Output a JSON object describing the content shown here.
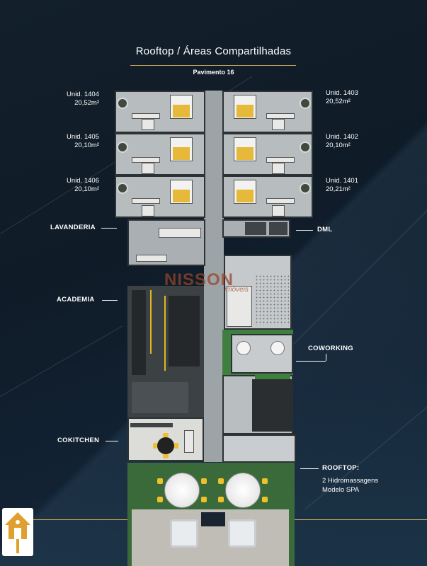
{
  "header": {
    "title": "Rooftop / Áreas Compartilhadas",
    "subtitle": "Pavimento 16"
  },
  "units": [
    {
      "id": "Unid. 1404",
      "area": "20,52m²",
      "side": "left"
    },
    {
      "id": "Unid. 1405",
      "area": "20,10m²",
      "side": "left"
    },
    {
      "id": "Unid. 1406",
      "area": "20,10m²",
      "side": "left"
    },
    {
      "id": "Unid. 1403",
      "area": "20,52m²",
      "side": "right"
    },
    {
      "id": "Unid. 1402",
      "area": "20,10m²",
      "side": "right"
    },
    {
      "id": "Unid. 1401",
      "area": "20,21m²",
      "side": "right"
    }
  ],
  "areas": {
    "lavanderia": "LAVANDERIA",
    "dml": "DML",
    "academia": "ACADEMIA",
    "coworking": "COWORKING",
    "cokitchen": "COKITCHEN",
    "rooftop": "ROOFTOP:",
    "rooftop_line1": "2 Hidromassagens",
    "rooftop_line2": "Modelo SPA"
  },
  "watermark": {
    "brand": "NISSON",
    "sub": "imóveis"
  },
  "colors": {
    "background": "#0e1a26",
    "accent_gold": "#c7a45a",
    "bed_yellow": "#e6b93a",
    "grass_green": "#3b6a3a"
  },
  "icons": {
    "logo": "house-logo-icon"
  }
}
